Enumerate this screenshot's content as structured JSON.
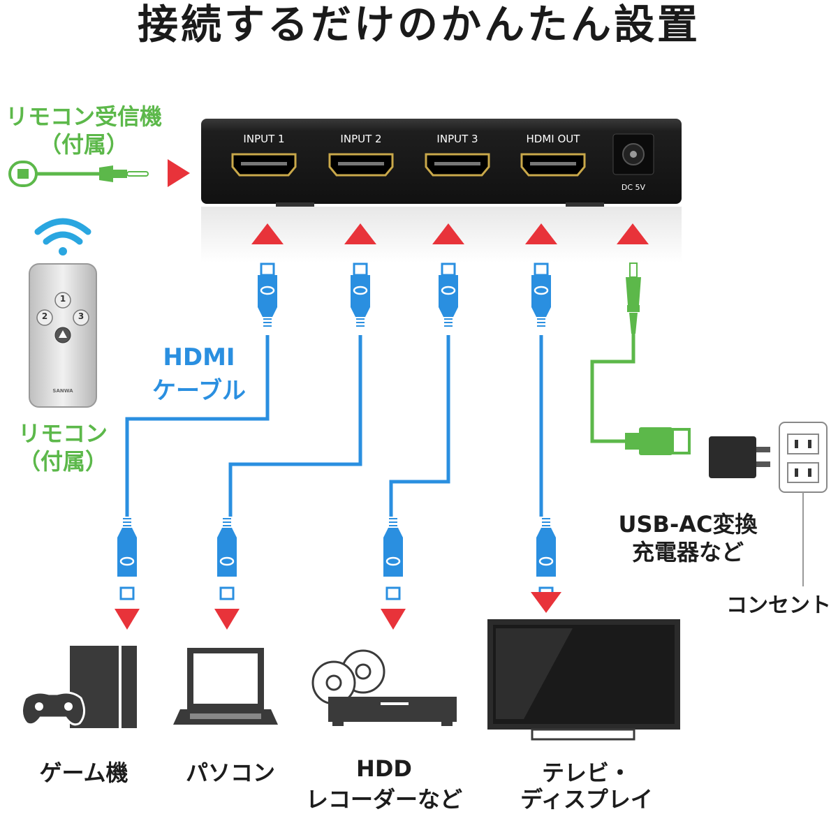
{
  "title": "接続するだけのかんたん設置",
  "switcher": {
    "ports": [
      "INPUT 1",
      "INPUT 2",
      "INPUT 3",
      "HDMI OUT"
    ],
    "power_label": "DC 5V"
  },
  "receiver": {
    "line1": "リモコン受信機",
    "line2": "（付属）"
  },
  "remote": {
    "line1": "リモコン",
    "line2": "（付属）",
    "buttons": [
      "1",
      "2",
      "3"
    ],
    "brand": "SANWA"
  },
  "cable": {
    "line1": "HDMI",
    "line2": "ケーブル"
  },
  "charger": {
    "line1": "USB-AC変換",
    "line2": "充電器など"
  },
  "outlet": {
    "label": "コンセント"
  },
  "devices": [
    {
      "line1": "ゲーム機",
      "line2": ""
    },
    {
      "line1": "パソコン",
      "line2": ""
    },
    {
      "line1": "HDD",
      "line2": "レコーダーなど"
    },
    {
      "line1": "テレビ・",
      "line2": "ディスプレイ"
    }
  ],
  "colors": {
    "hdmi": "#2a8fe0",
    "usb": "#5cb84a",
    "arrow": "#e8333a",
    "body": "#1e1e1e"
  }
}
